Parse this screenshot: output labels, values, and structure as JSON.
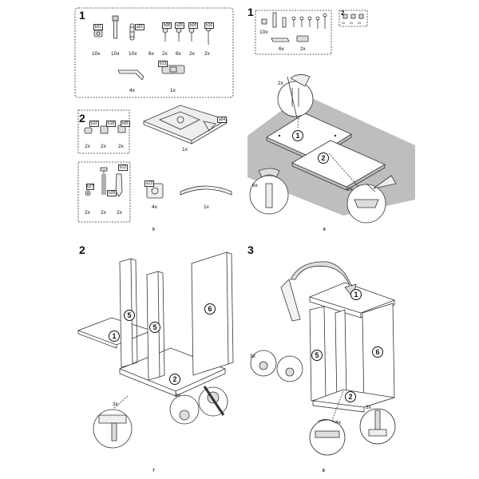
{
  "page1": {
    "box1": {
      "step": "1",
      "quantities": [
        "10x",
        "10x",
        "10x",
        "6x",
        "2x",
        "6x",
        "2x",
        "2x"
      ],
      "codes": [
        "b01",
        "b10",
        "a01",
        "b08",
        "a25",
        "b09",
        "b16"
      ],
      "bottom_quantities": [
        "4x",
        "1x"
      ],
      "bottom_code": "b13"
    },
    "box2": {
      "step": "2",
      "quantities": [
        "2x",
        "2x",
        "2x"
      ],
      "codes": [
        "b10",
        "b18",
        "b05"
      ],
      "part_qty": "1x",
      "part_code": "a04"
    },
    "box3": {
      "quantities": [
        "2x",
        "2x",
        "2x",
        "4x",
        "1x"
      ],
      "codes": [
        "b27",
        "b12",
        "b28",
        "a13"
      ]
    },
    "page_number": "5"
  },
  "page2": {
    "step1": "1",
    "box_left": {
      "quantities": [
        "10x",
        "6x",
        "2x"
      ]
    },
    "box_right": {
      "step": "2",
      "quantities": [
        "2x",
        "2x",
        "2x"
      ]
    },
    "callouts": [
      "2x",
      "6x",
      "2x"
    ],
    "panels": [
      "1",
      "2"
    ],
    "page_number": "6"
  },
  "page3": {
    "step": "2",
    "panels": [
      "1",
      "5",
      "5",
      "6",
      "2"
    ],
    "callouts": [
      "3x",
      "3x"
    ],
    "page_number": "7"
  },
  "page4": {
    "step": "3",
    "panels": [
      "1",
      "5",
      "6",
      "2"
    ],
    "callouts": [
      "3x",
      "3x",
      "4x"
    ],
    "page_number": "8"
  }
}
